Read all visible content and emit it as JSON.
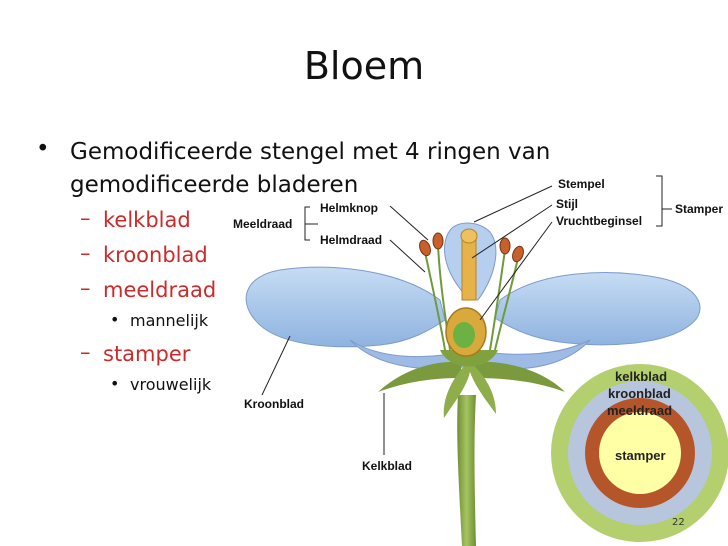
{
  "title": "Bloem",
  "bullets": {
    "main_line1": "Gemodificeerde stengel met 4 ringen van",
    "main_line2": "gemodificeerde bladeren",
    "sub": [
      {
        "label": "kelkblad"
      },
      {
        "label": "kroonblad"
      },
      {
        "label": "meeldraad",
        "child": "mannelijk"
      },
      {
        "label": "stamper",
        "child": "vrouwelijk"
      }
    ]
  },
  "diagram_labels": {
    "helmknop": "Helmknop",
    "meeldraad": "Meeldraad",
    "helmdraad": "Helmdraad",
    "stempel": "Stempel",
    "stijl": "Stijl",
    "vruchtbeginsel": "Vruchtbeginsel",
    "stamper": "Stamper",
    "kroonblad": "Kroonblad",
    "kelkblad": "Kelkblad"
  },
  "rings": {
    "kelkblad": "kelkblad",
    "kroonblad": "kroonblad",
    "meeldraad": "meeldraad",
    "stamper": "stamper",
    "colors": {
      "kelkblad": "#b3cf6e",
      "kroonblad": "#b7c6dd",
      "meeldraad": "#b5552a",
      "stamper": "#ffffa6"
    }
  },
  "colors": {
    "accent_text": "#cc2b2b",
    "petal": "#a9c7ea",
    "sepal": "#7f9f45",
    "stem": "#8fb14e"
  },
  "page_number": "22"
}
